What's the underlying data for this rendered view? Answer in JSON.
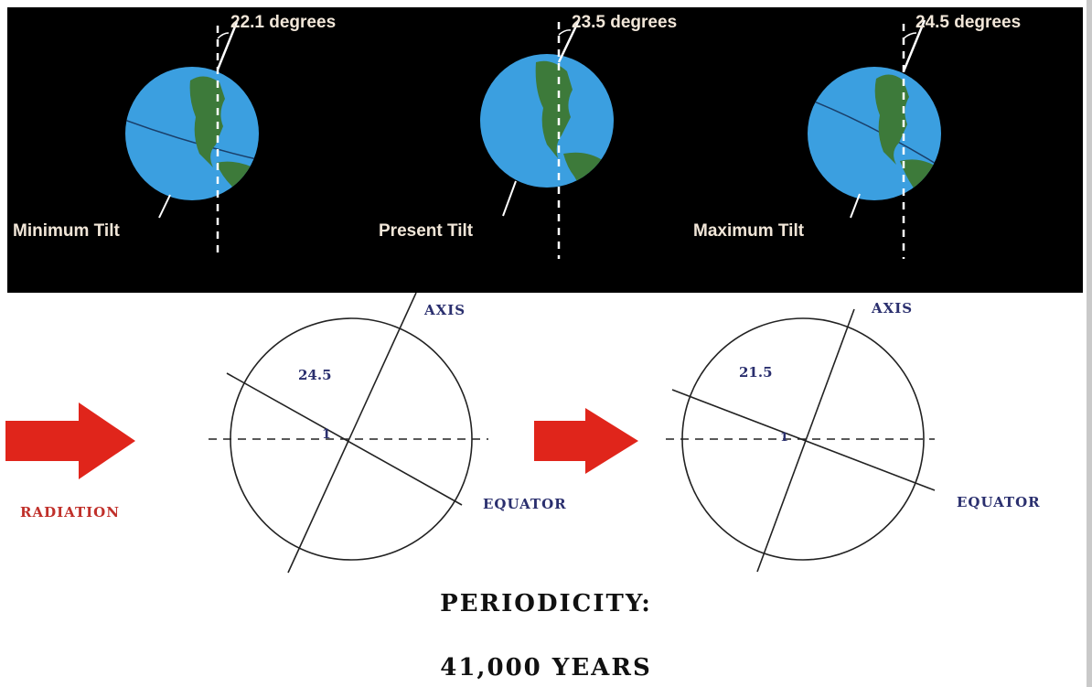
{
  "tilts": [
    {
      "label": "Minimum Tilt",
      "degrees_label": "22.1 degrees",
      "tilt_deg": 22.1
    },
    {
      "label": "Present Tilt",
      "degrees_label": "23.5 degrees",
      "tilt_deg": 23.5
    },
    {
      "label": "Maximum Tilt",
      "degrees_label": "24.5 degrees",
      "tilt_deg": 24.5
    }
  ],
  "diagrams": [
    {
      "angle_label": "24.5",
      "axis_label": "AXIS",
      "equator_label": "EQUATOR"
    },
    {
      "angle_label": "21.5",
      "axis_label": "AXIS",
      "equator_label": "EQUATOR"
    }
  ],
  "radiation_label": "RADIATION",
  "periodicity_label": "PERIODICITY:",
  "period_value": "41,000 YEARS",
  "colors": {
    "ocean": "#3b9fe0",
    "land": "#3d7a3a",
    "arrow": "#e0251b",
    "radiation_text": "#c0302a",
    "diagram_text": "#2a2f6e"
  }
}
